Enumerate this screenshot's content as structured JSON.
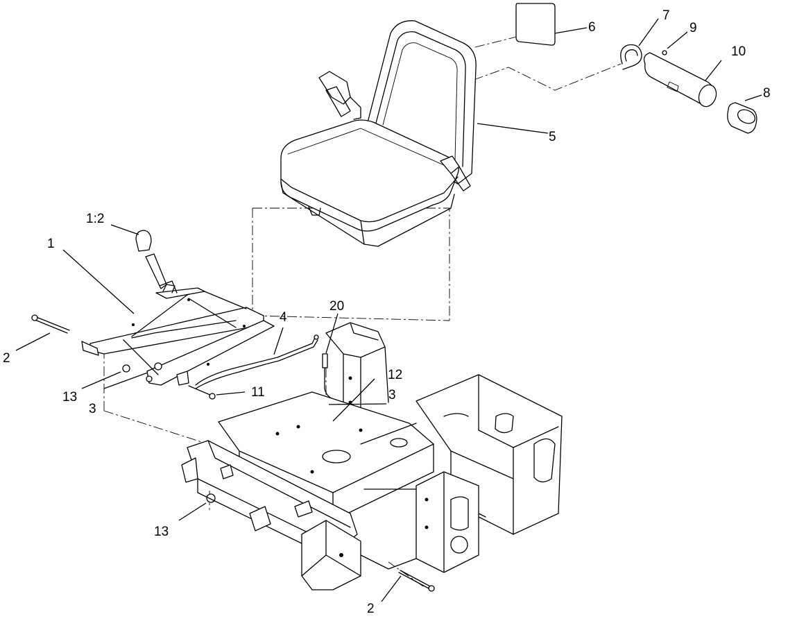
{
  "callouts": {
    "c1": "1",
    "c1_2": "1:2",
    "c2_left": "2",
    "c2_bottom": "2",
    "c3_left": "3",
    "c3_right": "3",
    "c4": "4",
    "c5": "5",
    "c6": "6",
    "c7": "7",
    "c8": "8",
    "c9": "9",
    "c10": "10",
    "c11": "11",
    "c12": "12",
    "c13_left": "13",
    "c13_bottom": "13",
    "c20": "20"
  }
}
